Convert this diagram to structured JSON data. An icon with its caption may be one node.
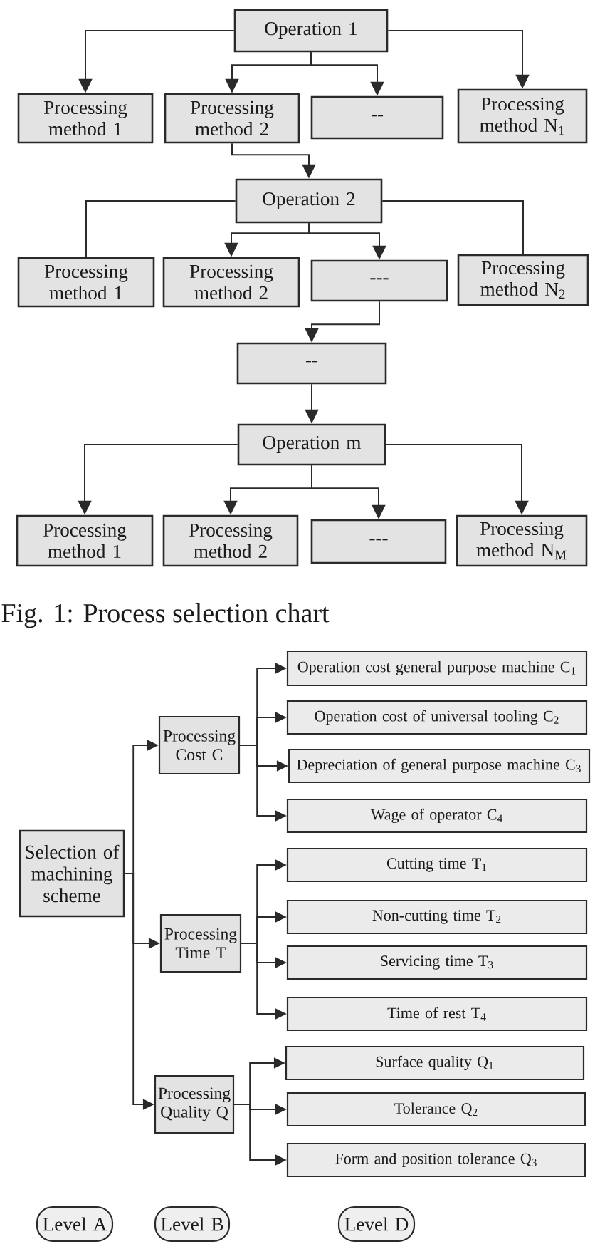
{
  "diagram": {
    "caption": "Fig. 1: Process selection chart",
    "nodes": [
      {
        "text": [
          "Operation 1"
        ]
      },
      {
        "text": [
          "Processing method 1"
        ]
      },
      {
        "text": [
          "Processing method 2"
        ]
      },
      {
        "text": [
          "--"
        ]
      },
      {
        "text": [
          "Processing method N$_{1}$"
        ]
      },
      {
        "text": [
          "Operation 2"
        ]
      },
      {
        "text": [
          "Processing method 1"
        ]
      },
      {
        "text": [
          "Processing method 2"
        ]
      },
      {
        "text": [
          "---"
        ]
      },
      {
        "text": [
          "Processing method N$_{2}$"
        ]
      },
      {
        "text": [
          "--"
        ]
      },
      {
        "text": [
          "Operation m"
        ]
      },
      {
        "text": [
          "Processing method 1"
        ]
      },
      {
        "text": [
          "Processing method 2"
        ]
      },
      {
        "text": [
          "---"
        ]
      },
      {
        "text": [
          "Processing method N$_{M}$"
        ]
      },
      {
        "text": [
          "Selection of machining scheme"
        ]
      },
      {
        "text": [
          "Processing Cost C"
        ]
      },
      {
        "text": [
          "Operation cost general purpose machine C$_{1}$"
        ]
      },
      {
        "text": [
          "Operation cost of universal tooling C$_{2}$"
        ]
      },
      {
        "text": [
          "Depreciation of general purpose machine C$_{3}$"
        ]
      },
      {
        "text": [
          "Wage of operator C$_{4}$"
        ]
      },
      {
        "text": [
          "Processing Time T"
        ]
      },
      {
        "text": [
          "Cutting time T$_{1}$"
        ]
      },
      {
        "text": [
          "Non-cutting time T$_{2}$"
        ]
      },
      {
        "text": [
          "Servicing time T$_{3}$"
        ]
      },
      {
        "text": [
          "Time of rest T$_{4}$"
        ]
      },
      {
        "text": [
          "Processing Quality Q"
        ]
      },
      {
        "text": [
          "Surface quality Q$_{1}$"
        ]
      },
      {
        "text": [
          "Tolerance Q$_{2}$"
        ]
      },
      {
        "text": [
          "Form and position tolerance Q$_{3}$"
        ]
      },
      {
        "text": [
          "Level A"
        ]
      },
      {
        "text": [
          "Level B"
        ]
      },
      {
        "text": [
          "Level D"
        ]
      }
    ],
    "edges": [
      {
        "from": 0,
        "to": 1,
        "arrow": "to"
      },
      {
        "from": 0,
        "to": 2,
        "arrow": "to"
      },
      {
        "from": 0,
        "to": 3,
        "arrow": "to"
      },
      {
        "from": 0,
        "to": 4,
        "arrow": "to"
      },
      {
        "from": 2,
        "to": 5,
        "arrow": "to"
      },
      {
        "from": 5,
        "to": 6,
        "arrow": "none"
      },
      {
        "from": 5,
        "to": 7,
        "arrow": "to"
      },
      {
        "from": 5,
        "to": 8,
        "arrow": "to"
      },
      {
        "from": 5,
        "to": 9,
        "arrow": "none"
      },
      {
        "from": 8,
        "to": 10,
        "arrow": "to"
      },
      {
        "from": 10,
        "to": 11,
        "arrow": "to"
      },
      {
        "from": 11,
        "to": 12,
        "arrow": "to"
      },
      {
        "from": 11,
        "to": 13,
        "arrow": "to"
      },
      {
        "from": 11,
        "to": 14,
        "arrow": "to"
      },
      {
        "from": 11,
        "to": 15,
        "arrow": "to"
      },
      {
        "from": 16,
        "to": 17,
        "arrow": "to"
      },
      {
        "from": 16,
        "to": 22,
        "arrow": "to"
      },
      {
        "from": 16,
        "to": 27,
        "arrow": "to"
      },
      {
        "from": 17,
        "to": 18,
        "arrow": "to"
      },
      {
        "from": 17,
        "to": 19,
        "arrow": "to"
      },
      {
        "from": 17,
        "to": 20,
        "arrow": "to"
      },
      {
        "from": 17,
        "to": 21,
        "arrow": "to"
      },
      {
        "from": 22,
        "to": 23,
        "arrow": "to"
      },
      {
        "from": 22,
        "to": 24,
        "arrow": "to"
      },
      {
        "from": 22,
        "to": 25,
        "arrow": "to"
      },
      {
        "from": 22,
        "to": 26,
        "arrow": "to"
      },
      {
        "from": 27,
        "to": 28,
        "arrow": "to"
      },
      {
        "from": 27,
        "to": 29,
        "arrow": "to"
      },
      {
        "from": 27,
        "to": 30,
        "arrow": "to"
      }
    ]
  }
}
